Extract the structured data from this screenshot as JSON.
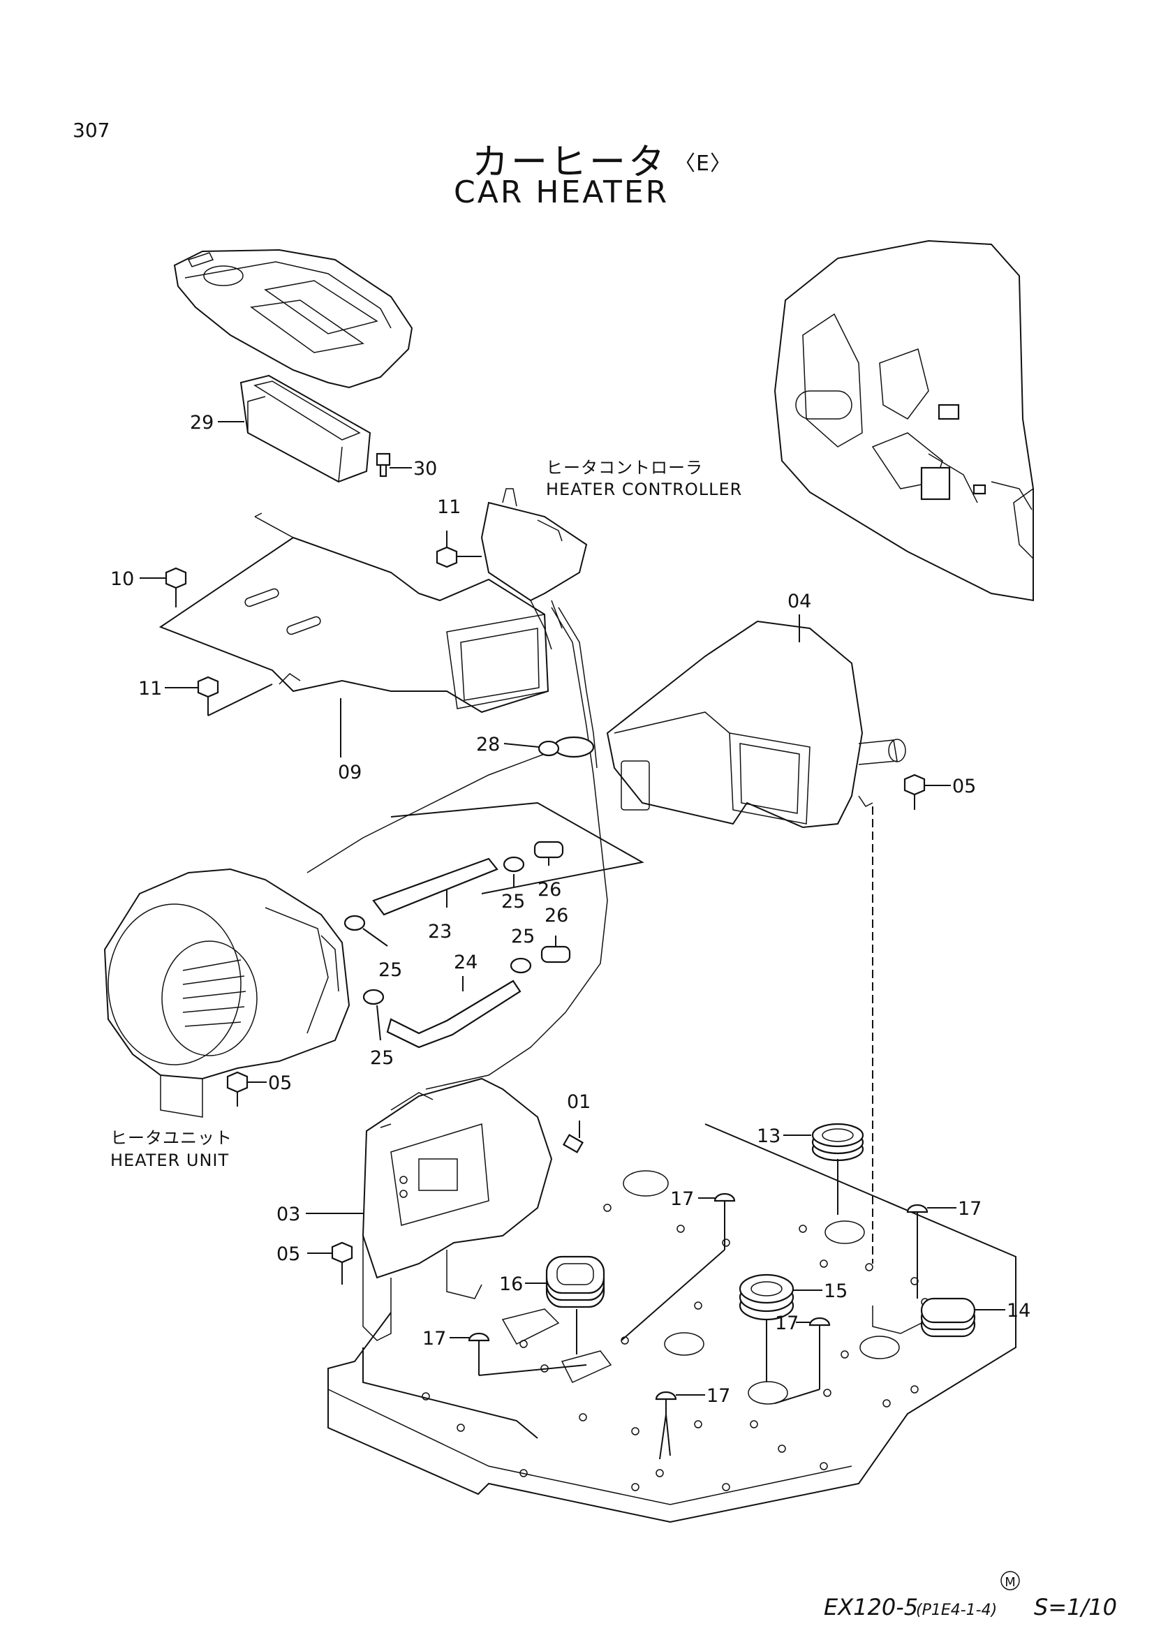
{
  "page_number": "307",
  "title": {
    "jp": "カーヒータ",
    "jp_suffix": "〈E〉",
    "en": "CAR HEATER"
  },
  "captions": {
    "controller_jp": "ヒータコントローラ",
    "controller_en": "HEATER CONTROLLER",
    "unit_jp": "ヒータユニット",
    "unit_en": "HEATER UNIT"
  },
  "callouts": {
    "c29": "29",
    "c30": "30",
    "c10": "10",
    "c11a": "11",
    "c11b": "11",
    "c09": "09",
    "c04": "04",
    "c28": "28",
    "c05a": "05",
    "c05b": "05",
    "c05c": "05",
    "c25a": "25",
    "c26a": "26",
    "c23": "23",
    "c25b": "25",
    "c26b": "26",
    "c24": "24",
    "c25c": "25",
    "c25d": "25",
    "c01": "01",
    "c03": "03",
    "c13": "13",
    "c17a": "17",
    "c17b": "17",
    "c17c": "17",
    "c17d": "17",
    "c17e": "17",
    "c16": "16",
    "c15": "15",
    "c14": "14"
  },
  "footer": {
    "mark": "M",
    "model": "EX120-5",
    "ref": "(P1E4-1-4)",
    "scale": "S=1/10"
  }
}
